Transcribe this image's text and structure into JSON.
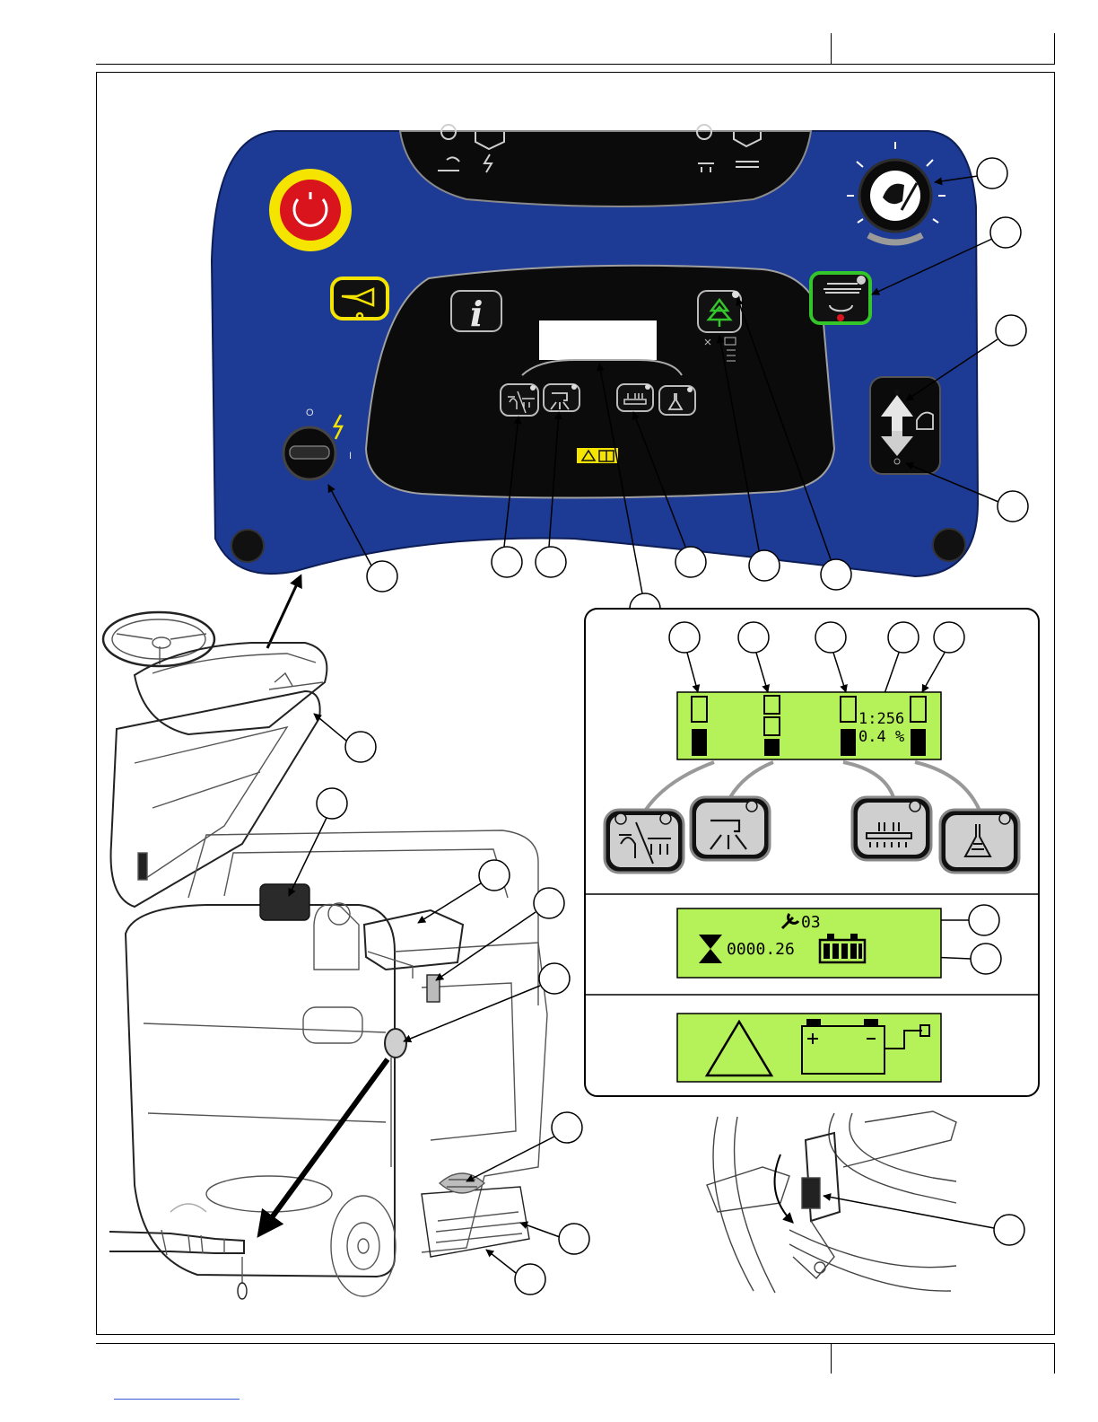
{
  "colors": {
    "panel_blue": "#1d3a94",
    "panel_black": "#0b0b0b",
    "lcd_green": "#b5f25a",
    "estop_red": "#d9141d",
    "estop_yellow": "#f4e400",
    "horn_yellow": "#f4e400",
    "brush_green": "#34c52a",
    "warning_yellow": "#f4e400"
  },
  "display_1": {
    "ratio": "1:256",
    "percent": "0.4 %"
  },
  "display_2": {
    "service_code": "03",
    "hour_meter": "0000.26"
  },
  "key_switch": {
    "off_label": "O",
    "on_label": "I"
  },
  "icons": [
    "emergency-stop-icon",
    "horn-icon",
    "info-icon",
    "eco-mode-icon",
    "brush-pressure-icon",
    "speed-dial-icon",
    "direction-switch-icon",
    "key-switch-icon",
    "one-touch-icon",
    "solution-flow-icon",
    "brush-icon",
    "detergent-icon",
    "wrench-icon",
    "hourglass-icon",
    "battery-icon",
    "warning-triangle-icon",
    "battery-charger-icon"
  ]
}
